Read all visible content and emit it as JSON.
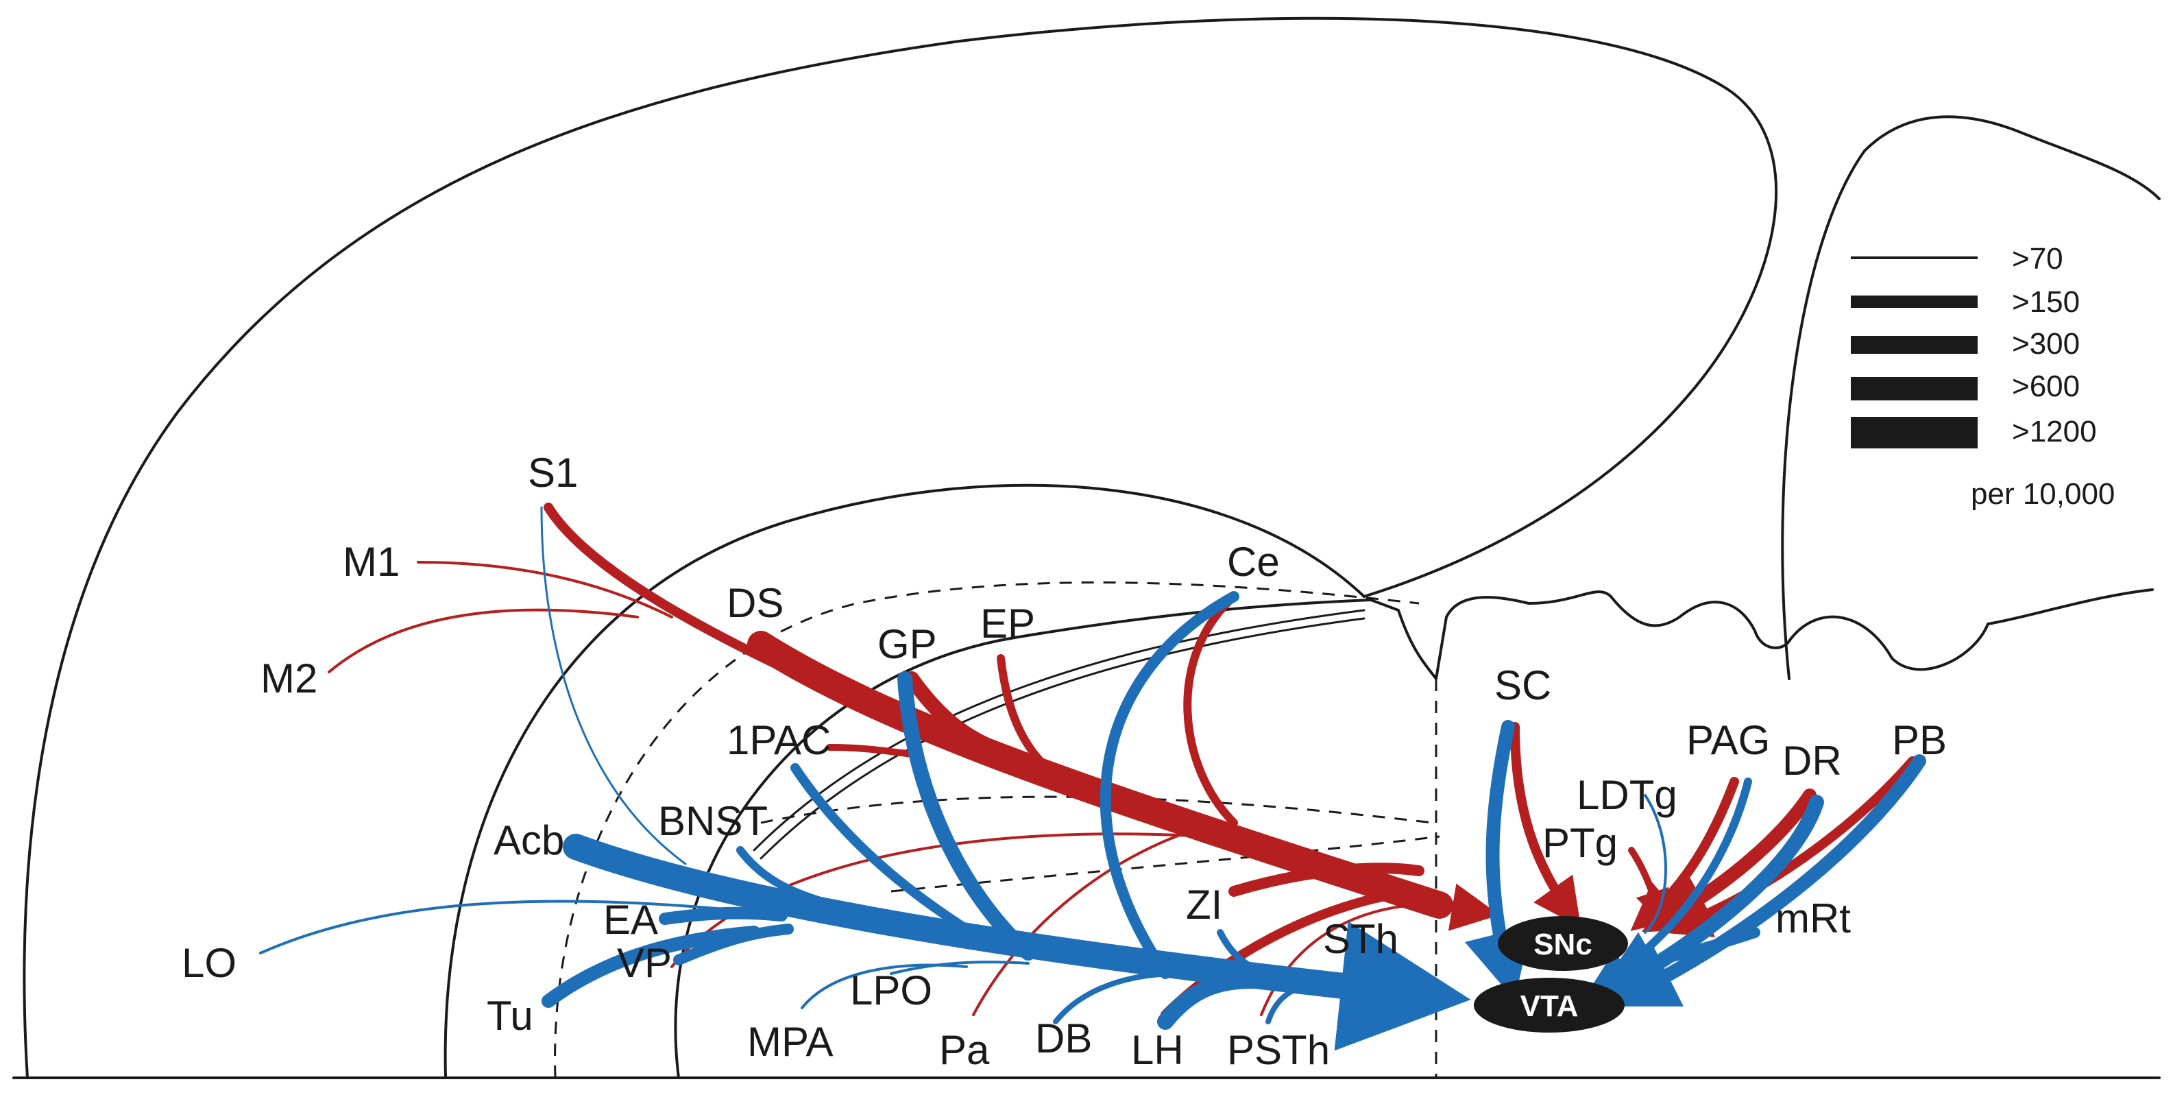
{
  "regions": {
    "S1": "S1",
    "M1": "M1",
    "M2": "M2",
    "DS": "DS",
    "GP": "GP",
    "EP": "EP",
    "Ce": "Ce",
    "IPAC": "1PAC",
    "BNST": "BNST",
    "Acb": "Acb",
    "EA": "EA",
    "LO": "LO",
    "Tu": "Tu",
    "VP": "VP",
    "MPA": "MPA",
    "LPO": "LPO",
    "Pa": "Pa",
    "DB": "DB",
    "LH": "LH",
    "PSTh": "PSTh",
    "ZI": "ZI",
    "STh": "STh",
    "SC": "SC",
    "LDTg": "LDTg",
    "PTg": "PTg",
    "PAG": "PAG",
    "DR": "DR",
    "PB": "PB",
    "mRt": "mRt",
    "SNc": "SNc",
    "VTA": "VTA"
  },
  "legend": {
    "items": [
      ">70",
      ">150",
      ">300",
      ">600",
      ">1200"
    ],
    "unit": "per 10,000"
  },
  "colors": {
    "snc_projection": "#b51f1f",
    "vta_projection": "#1f6fb8",
    "outline": "#1a1a1a"
  }
}
